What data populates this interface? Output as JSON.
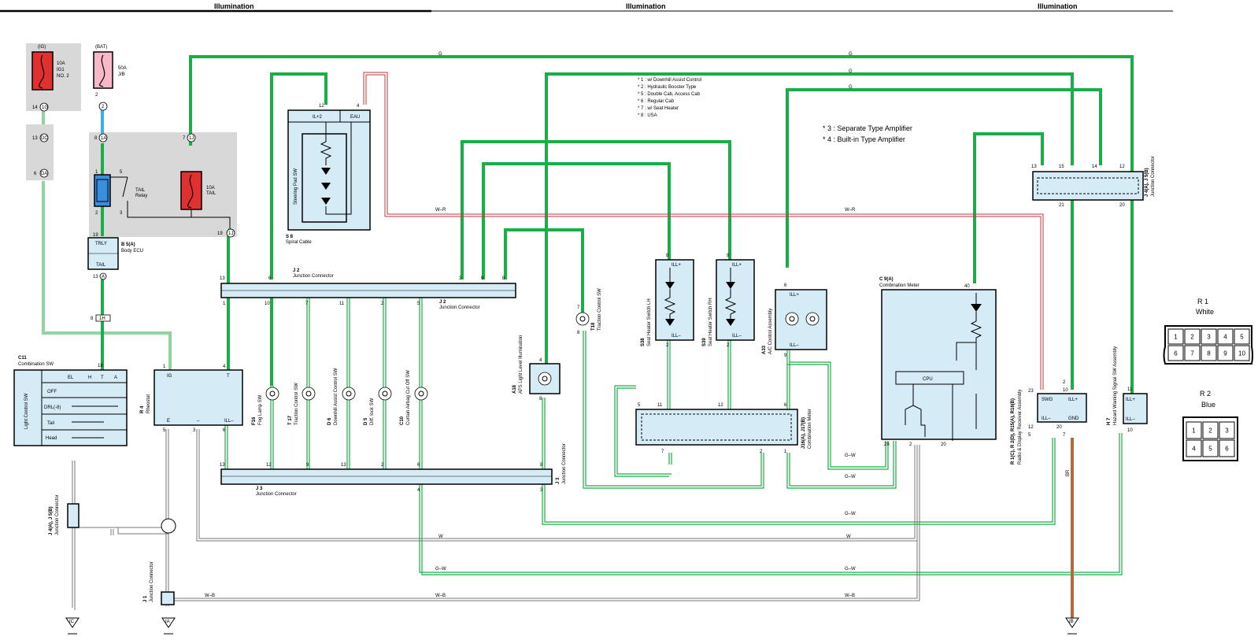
{
  "header": {
    "left": "Illumination",
    "center": "Illumination",
    "right": "Illumination"
  },
  "fuses": {
    "ig": {
      "source": "(IG)",
      "label": "10A IG1 NO. 2",
      "line1": "10A",
      "line2": "IG1",
      "line3": "NO. 2",
      "pin": "14",
      "conn": "1G"
    },
    "bat": {
      "source": "(BAT)",
      "line1": "50A",
      "line2": "J/B",
      "pin": "2",
      "conn": "2"
    },
    "tail": {
      "line1": "10A",
      "line2": "TAIL"
    },
    "relay": {
      "line1": "TAIL",
      "line2": "Relay"
    }
  },
  "connectors": {
    "c13": {
      "pin": "13",
      "conn": "DC"
    },
    "c6": {
      "pin": "6",
      "conn": "DA"
    },
    "c8": {
      "pin": "8",
      "conn": "1A"
    },
    "c7": {
      "pin": "7",
      "conn": "1J"
    },
    "c19": {
      "pin": "19",
      "conn": "1J"
    },
    "c8b": {
      "pin": "8",
      "conn": "1H"
    }
  },
  "components": {
    "b5": {
      "id": "B 5(A)",
      "name": "Body ECU",
      "pin_top": "TRLY",
      "pin_bottom": "TAIL",
      "pin_num": "13",
      "pin_conn": "A"
    },
    "c11": {
      "id": "C11",
      "name": "Combination SW",
      "side_label": "Light Control SW",
      "cols": [
        "EL",
        "H",
        "T",
        "A"
      ],
      "rows": [
        "OFF",
        "DRL(-8)",
        "Tail",
        "Head"
      ],
      "pin": "18"
    },
    "r4": {
      "id": "R 4",
      "name": "Rheostat",
      "pins": [
        "IG",
        "T",
        "E",
        "–",
        "ILL–"
      ],
      "nums": [
        "1",
        "4",
        "5",
        "3",
        "6"
      ]
    },
    "s8": {
      "id": "S 8",
      "name": "Spiral Cable",
      "side_label": "Steering Pad SW",
      "pins": [
        "IL+2",
        "EAU"
      ],
      "nums": [
        "12",
        "4"
      ]
    },
    "j2": {
      "id": "J 2",
      "name": "Junction Connector"
    },
    "j3": {
      "id": "J 3",
      "name": "Junction Connector"
    },
    "j1": {
      "id": "J 1",
      "name": "Junction Connector"
    },
    "j4": {
      "id": "J 4(A), J 5(B)",
      "name": "Junction Connector"
    },
    "f16": {
      "id": "F16",
      "name": "Fog Lamp SW"
    },
    "t17": {
      "id": "T 17",
      "name": "Traction Control SW"
    },
    "d6": {
      "id": "D 6",
      "name": "Downhill Assist Control SW"
    },
    "d5": {
      "id": "D 5",
      "name": "Diff. lock SW"
    },
    "c10": {
      "id": "C10",
      "name": "Curtain Airbag Cut Off SW"
    },
    "a18": {
      "id": "A18",
      "name": "AFS Light Level Illumination"
    },
    "t18": {
      "id": "T18",
      "name": "Traction Control SW"
    },
    "s38": {
      "id": "S38",
      "name": "Seat Heater Switch LH",
      "pins": [
        "ILL+",
        "ILL–"
      ]
    },
    "s39": {
      "id": "S39",
      "name": "Seat Heater Switch RH",
      "pins": [
        "ILL+",
        "ILL–"
      ]
    },
    "a33": {
      "id": "A33",
      "name": "A/C Control Assembly",
      "pins": [
        "ILL+",
        "ILL–"
      ]
    },
    "c9": {
      "id": "C 9(A)",
      "name": "Combination Meter",
      "cpu": "CPU",
      "pin_top": "40"
    },
    "j18": {
      "id": "J16(A), J17(B)",
      "name": "Combination Meter"
    },
    "r1r2": {
      "id": "R 1(C), R 2(D), R15(A), R16(B)",
      "name": "Radio & Display Receiver Assembly",
      "pins": [
        "SWG",
        "ILL+",
        "ILL–",
        "GND"
      ]
    },
    "h7": {
      "id": "H 7",
      "name": "Hazard Warning Signal SW Assembly",
      "pins": [
        "ILL+",
        "ILL–"
      ]
    }
  },
  "notes": [
    "* 1 : w/ Downhill Assist Control",
    "* 2 : Hydraulic Booster Type",
    "* 5 : Double Cab,  Access Cab",
    "* 6 : Regular Cab",
    "* 7 : w/ Seat Heater",
    "* 8 : USA"
  ],
  "amp_notes": [
    "* 3 : Separate Type Amplifier",
    "* 4 : Built-in Type Amplifier"
  ],
  "wires": {
    "G": "G",
    "WR": "W–R",
    "W": "W",
    "WB": "W–B",
    "GW": "G–W",
    "BR": "BR"
  },
  "grounds": {
    "ic": "IC",
    "ia": "IA",
    "ib": "IB"
  },
  "connector_views": {
    "r1": {
      "id": "R 1",
      "color": "White",
      "pins": [
        "1",
        "2",
        "3",
        "4",
        "5",
        "6",
        "7",
        "8",
        "9",
        "10"
      ]
    },
    "r2": {
      "id": "R 2",
      "color": "Blue",
      "pins": [
        "1",
        "2",
        "3",
        "4",
        "5",
        "6"
      ]
    }
  }
}
